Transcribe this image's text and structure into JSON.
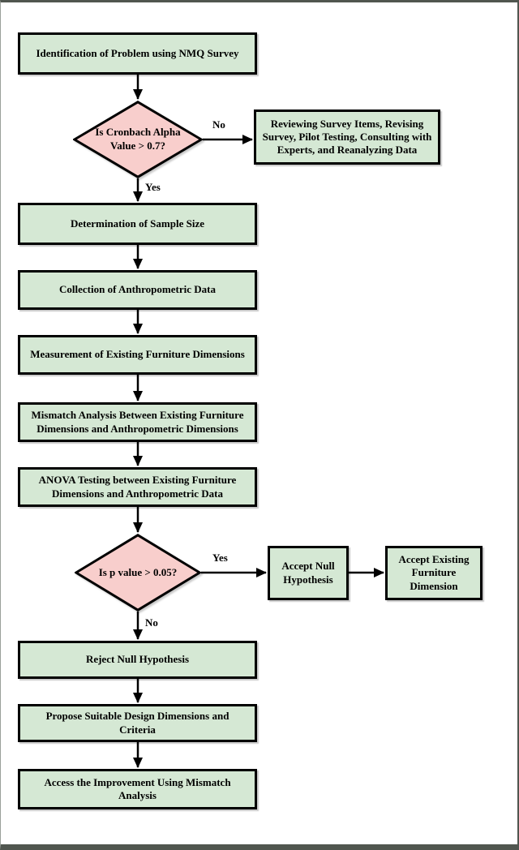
{
  "diagram": {
    "type": "flowchart",
    "nodes": {
      "identification": "Identification of Problem using NMQ Survey",
      "cronbach_decision": "Is Cronbach Alpha Value > 0.7?",
      "review_survey": "Reviewing Survey Items, Revising Survey, Pilot Testing, Consulting with Experts, and Reanalyzing Data",
      "sample_size": "Determination of Sample Size",
      "collection": "Collection of Anthropometric Data",
      "measurement": "Measurement of Existing Furniture Dimensions",
      "mismatch": "Mismatch Analysis Between Existing Furniture Dimensions and Anthropometric Dimensions",
      "anova": "ANOVA Testing between Existing Furniture Dimensions and Anthropometric Data",
      "p_decision": "Is p value > 0.05?",
      "accept_null": "Accept Null Hypothesis",
      "accept_existing": "Accept Existing Furniture Dimension",
      "reject_null": "Reject Null Hypothesis",
      "propose": "Propose Suitable Design Dimensions and Criteria",
      "access_improvement": "Access the Improvement Using Mismatch Analysis"
    },
    "edge_labels": {
      "cronbach_no": "No",
      "cronbach_yes": "Yes",
      "p_yes": "Yes",
      "p_no": "No"
    },
    "colors": {
      "process_fill": "#d5e8d4",
      "decision_fill": "#f8cecc",
      "stroke": "#000000",
      "frame": "#50564f",
      "background": "#ffffff"
    }
  }
}
